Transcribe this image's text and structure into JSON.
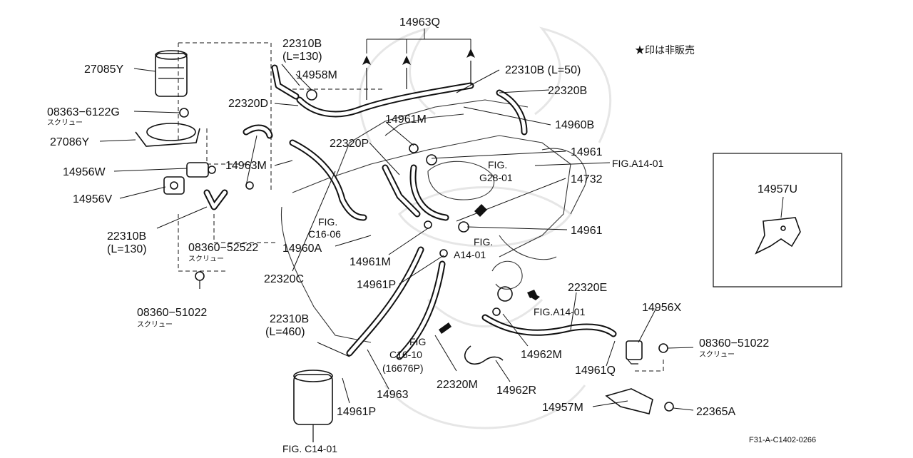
{
  "note": "★印は非販売",
  "footer_code": "F31-A-C1402-0266",
  "labels": {
    "l14963q": "14963Q",
    "l22310b_a": "22310B",
    "l22310b_a_len": "(L=130)",
    "l14958m": "14958M",
    "l22310b_l50": "22310B (L=50)",
    "l27085y": "27085Y",
    "l22320b": "22320B",
    "l22320d": "22320D",
    "l08363": "08363−6122G",
    "screw1": "スクリュー",
    "l14961m_a": "14961M",
    "l14960b": "14960B",
    "l27086y": "27086Y",
    "l22320p": "22320P",
    "l14961_a": "14961",
    "l14963m": "14963M",
    "l14956w": "14956W",
    "fig_g28_a": "FIG.",
    "fig_g28_b": "G28-01",
    "fig_a14_a": "FIG.A14-01",
    "l14732": "14732",
    "l14956v": "14956V",
    "fig_c16_06_a": "FIG.",
    "fig_c16_06_b": "C16-06",
    "l22310b_b": "22310B",
    "l22310b_b_len": "(L=130)",
    "l08360_52522": "08360−52522",
    "screw2": "スクリュー",
    "l14960a": "14960A",
    "l14961_b": "14961",
    "fig_a14_b_a": "FIG.",
    "fig_a14_b_b": "A14-01",
    "l14961m_b": "14961M",
    "l22320c": "22320C",
    "l14961p_a": "14961P",
    "l22320e": "22320E",
    "l08360_51022_a": "08360−51022",
    "screw3": "スクリュー",
    "l14956x": "14956X",
    "fig_a14_c": "FIG.A14-01",
    "l22310b_c": "22310B",
    "l22310b_c_len": "(L=460)",
    "l08360_51022_b": "08360−51022",
    "screw4": "スクリュー",
    "fig_c16_10_a": "FIG",
    "fig_c16_10_b": "C16-10",
    "fig_c16_10_c": "(16676P)",
    "l14962m": "14962M",
    "l14961q": "14961Q",
    "l14963": "14963",
    "l22320m": "22320M",
    "l14962r": "14962R",
    "l14961p_b": "14961P",
    "l14957m": "14957M",
    "l22365a": "22365A",
    "fig_c14": "FIG. C14-01",
    "l14957u": "14957U"
  }
}
